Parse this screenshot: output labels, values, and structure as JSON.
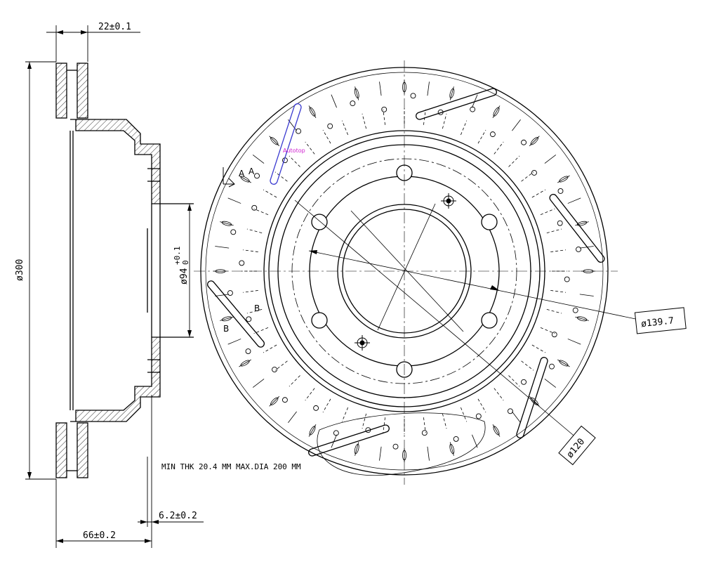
{
  "dimensions": {
    "hat_offset": "22±0.1",
    "outer_diameter": "ø300",
    "bore_diameter": "ø94",
    "bore_tol_upper": "+0.1",
    "bore_tol_lower": "0",
    "total_height": "66±0.2",
    "hat_thickness": "6.2±0.2",
    "pcd_diameter": "ø139.7",
    "inner_circle_diameter": "ø120"
  },
  "note": "MIN THK 20.4 MM MAX.DIA 200 MM",
  "section_labels": {
    "a1": "A",
    "a2": "A",
    "b1": "B",
    "b2": "B"
  },
  "watermark": "Autotop",
  "colors": {
    "line": "#000000",
    "highlight_blue": "#3a3ad0",
    "watermark": "#d020d0"
  }
}
